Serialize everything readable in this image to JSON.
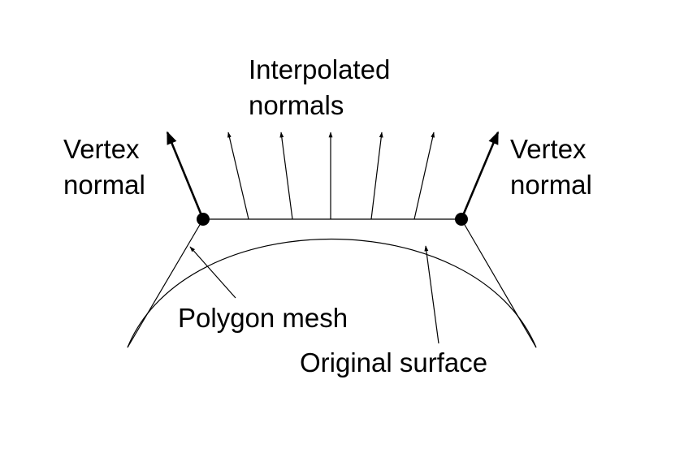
{
  "labels": {
    "interpolated_normals": [
      "Interpolated",
      "normals"
    ],
    "vertex_normal_left": [
      "Vertex",
      "normal"
    ],
    "vertex_normal_right": [
      "Vertex",
      "normal"
    ],
    "polygon_mesh": "Polygon mesh",
    "original_surface": "Original surface"
  },
  "colors": {
    "ink": "#000000",
    "background": "#ffffff"
  }
}
